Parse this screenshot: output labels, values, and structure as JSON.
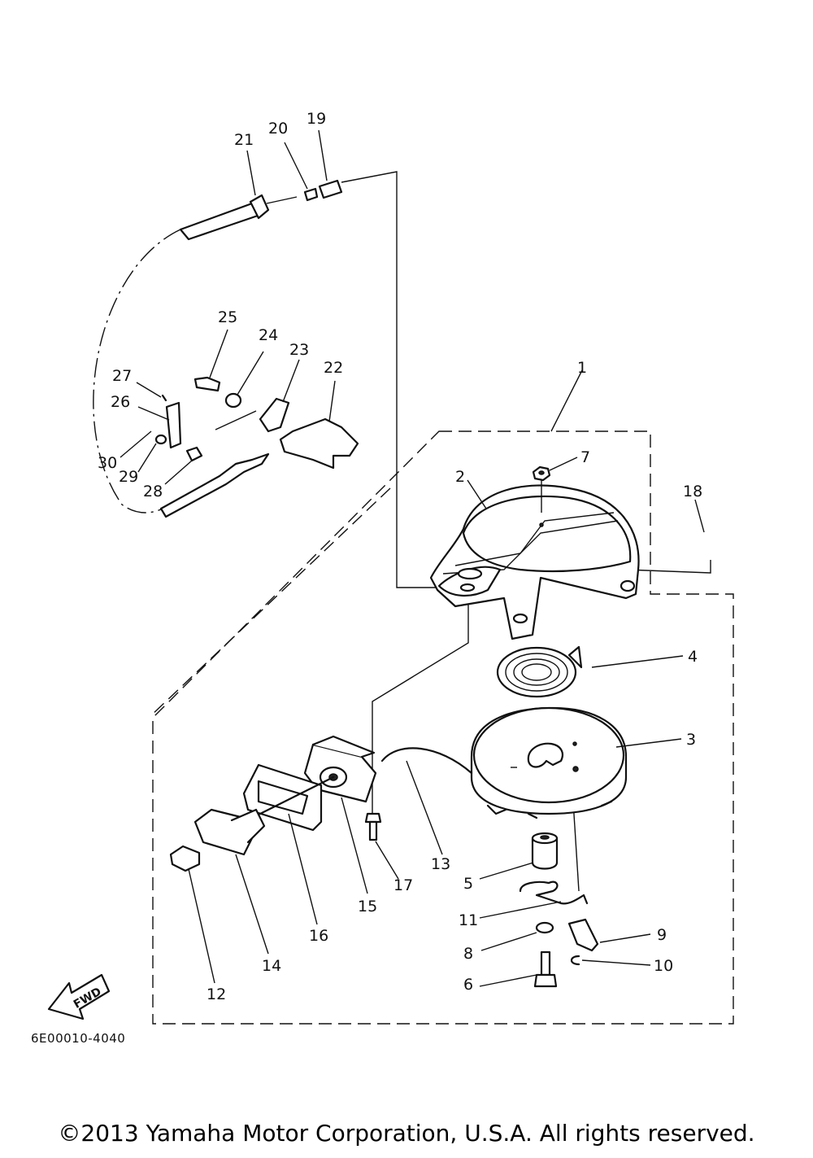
{
  "diagram": {
    "callouts": {
      "p1": "1",
      "p2": "2",
      "p3": "3",
      "p4": "4",
      "p5": "5",
      "p6": "6",
      "p7": "7",
      "p8": "8",
      "p9": "9",
      "p10": "10",
      "p11": "11",
      "p12": "12",
      "p13": "13",
      "p14": "14",
      "p15": "15",
      "p16": "16",
      "p17": "17",
      "p18": "18",
      "p19": "19",
      "p20": "20",
      "p21": "21",
      "p22": "22",
      "p23": "23",
      "p24": "24",
      "p25": "25",
      "p26": "26",
      "p27": "27",
      "p28": "28",
      "p29": "29",
      "p30": "30"
    },
    "fwd_label": "FWD",
    "drawing_code": "6E00010-4040",
    "copyright": "©2013 Yamaha Motor Corporation, U.S.A. All rights reserved."
  }
}
